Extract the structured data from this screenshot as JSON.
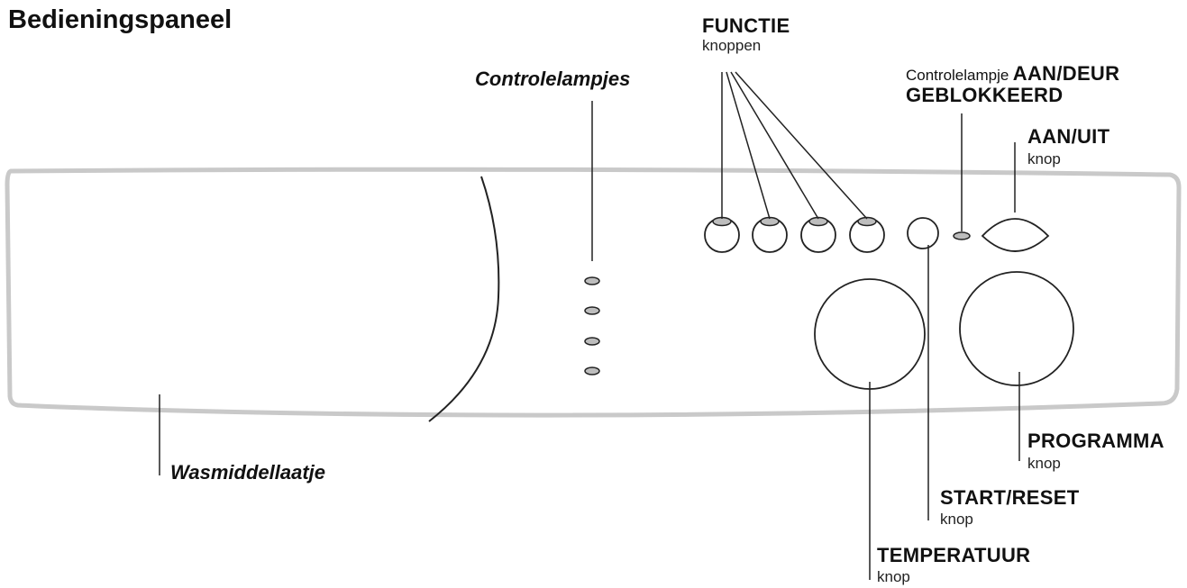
{
  "title": "Bedieningspaneel",
  "labels": {
    "functie": "FUNCTIE",
    "functie_sub": "knoppen",
    "controlelampjes": "Controlelampjes",
    "indicator_prefix": "Controlelampje",
    "indicator_bold_1": "AAN/DEUR",
    "indicator_bold_2": "GEBLOKKEERD",
    "aanuit": "AAN/UIT",
    "aanuit_sub": "knop",
    "wasmiddel": "Wasmiddellaatje",
    "programma": "PROGRAMMA",
    "programma_sub": "knop",
    "startreset": "START/RESET",
    "startreset_sub": "knop",
    "temperatuur": "TEMPERATUUR",
    "temperatuur_sub": "knop"
  },
  "colors": {
    "panel_stroke": "#c9c9c9",
    "line": "#222222",
    "led_fill": "#bdbdbd"
  }
}
